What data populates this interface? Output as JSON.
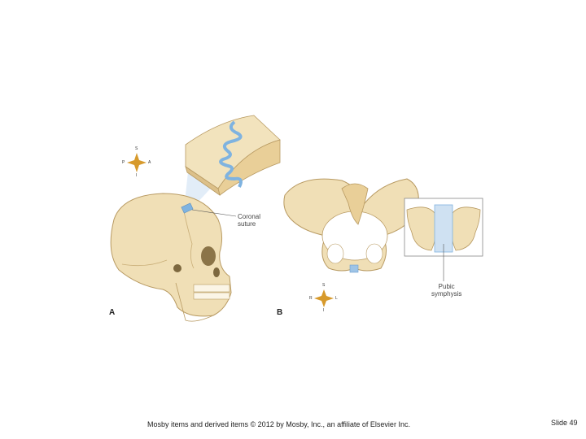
{
  "figure": {
    "panel_a": "A",
    "panel_b": "B",
    "coronal_line1": "Coronal",
    "coronal_line2": "suture",
    "pubic_line1": "Pubic",
    "pubic_line2": "symphysis",
    "compass_a": {
      "top": "S",
      "left": "P",
      "right": "A",
      "bottom": "I"
    },
    "compass_b": {
      "top": "S",
      "left": "R",
      "right": "L",
      "bottom": "I"
    }
  },
  "footer": {
    "caption": "Mosby items and derived items © 2012 by Mosby, Inc., an affiliate of Elsevier Inc.",
    "slide_number": "Slide 49"
  },
  "colors": {
    "bone": "#f0dfb6",
    "bone_edge": "#b89a62",
    "cartilage": "#9ec4e6",
    "star": "#d79a2c"
  }
}
